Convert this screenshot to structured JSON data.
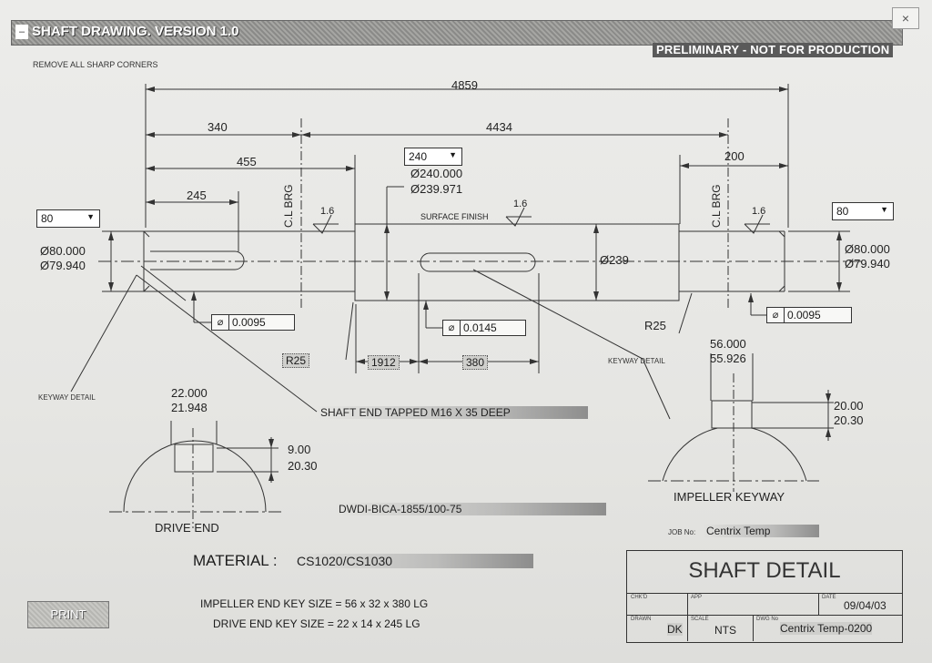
{
  "window": {
    "title": "SHAFT DRAWING. VERSION 1.0"
  },
  "banner": {
    "preliminary": "PRELIMINARY - NOT FOR PRODUCTION"
  },
  "notes": {
    "remove_corners": "REMOVE ALL SHARP CORNERS"
  },
  "dimensions": {
    "overall": "4859",
    "d340": "340",
    "d4434": "4434",
    "d455": "455",
    "d200": "200",
    "d245": "245",
    "d1912": "1912",
    "d380": "380",
    "bearing_left": "C.L BRG",
    "bearing_right": "C.L BRG",
    "dia_left": [
      "Ø80.000",
      "Ø79.940"
    ],
    "dia_right": [
      "Ø80.000",
      "Ø79.940"
    ],
    "dia_center_top": [
      "Ø240.000",
      "Ø239.971"
    ],
    "dia_center": "Ø239",
    "r25_left": "R25",
    "r25_right": "R25",
    "surface_finish_label": "SURFACE FINISH",
    "finish_values": [
      "1.6",
      "1.6",
      "1.6"
    ]
  },
  "inputs": {
    "left_dia_select": "80",
    "center_dia_select": "240",
    "right_dia_select": "80"
  },
  "tolerances": {
    "left": "0.0095",
    "center": "0.0145",
    "right": "0.0095"
  },
  "callouts": {
    "keyway_left": "KEYWAY DETAIL",
    "keyway_right": "KEYWAY DETAIL",
    "tapped": "SHAFT END TAPPED M16 X 35 DEEP",
    "drawing_code": "DWDI-BICA-1855/100-75"
  },
  "drive_end": {
    "width": [
      "22.000",
      "21.948"
    ],
    "depth": [
      "9.00",
      "20.30"
    ],
    "label": "DRIVE END"
  },
  "impeller": {
    "width": [
      "56.000",
      "55.926"
    ],
    "depth": [
      "20.00",
      "20.30"
    ],
    "label": "IMPELLER KEYWAY"
  },
  "job": {
    "label": "JOB No:",
    "value": "Centrix Temp"
  },
  "material": {
    "label": "MATERIAL :",
    "value": "CS1020/CS1030"
  },
  "keysizes": {
    "impeller": "IMPELLER END KEY SIZE = 56 x 32 x 380 LG",
    "drive": "DRIVE END KEY SIZE = 22 x 14 x 245 LG"
  },
  "print_button": "PRINT",
  "titleblock": {
    "title": "SHAFT DETAIL",
    "date": "09/04/03",
    "drawn": "DK",
    "scale": "NTS",
    "drawing_no": "Centrix Temp-0200",
    "labels": {
      "chkd": "CHK'D",
      "app": "APP",
      "date": "DATE",
      "drawn": "DRAWN",
      "scale": "SCALE",
      "dwg": "DWG No"
    }
  }
}
